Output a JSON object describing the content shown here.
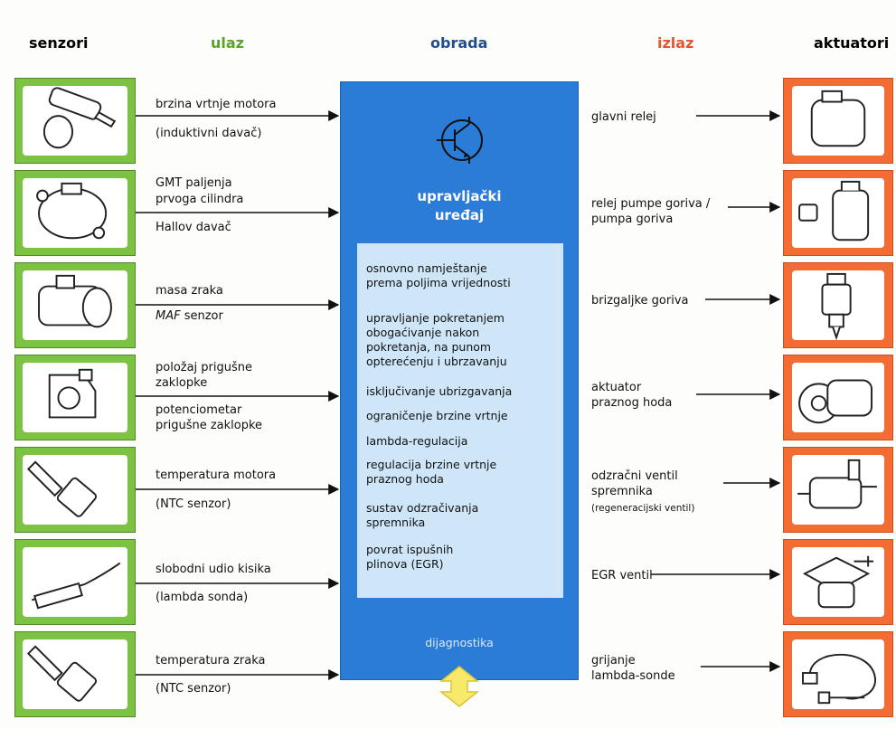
{
  "headers": {
    "sensors": "senzori",
    "input": "ulaz",
    "processing": "obrada",
    "output": "izlaz",
    "actuators": "aktuatori"
  },
  "colors": {
    "input": "#5aa228",
    "processing": "#1f4e8c",
    "output": "#e4572e",
    "sensor_box": "#7cc243",
    "actuator_box": "#f26c34",
    "ecu": "#2b7cd6"
  },
  "sensors": [
    {
      "icon": "speed-sensor-icon",
      "lines": [
        "brzina vrtnje motora",
        "(induktivni davač)"
      ]
    },
    {
      "icon": "hall-sensor-icon",
      "lines": [
        "GMT paljenja",
        "prvoga cilindra",
        "Hallov davač"
      ]
    },
    {
      "icon": "maf-sensor-icon",
      "lines": [
        "masa zraka",
        "MAF senzor"
      ]
    },
    {
      "icon": "throttle-sensor-icon",
      "lines": [
        "položaj prigušne",
        "zaklopke",
        "potenciometar",
        "prigušne zaklopke"
      ]
    },
    {
      "icon": "temperature-sensor-icon",
      "lines": [
        "temperatura motora",
        "(NTC senzor)"
      ]
    },
    {
      "icon": "lambda-probe-icon",
      "lines": [
        "slobodni udio kisika",
        "(lambda sonda)"
      ]
    },
    {
      "icon": "temperature-sensor-icon",
      "lines": [
        "temperatura zraka",
        "(NTC senzor)"
      ]
    }
  ],
  "ecu": {
    "title_line1": "upravljački",
    "title_line2": "uređaj",
    "transistor_icon": "transistor-icon",
    "functions": [
      [
        "osnovno namještanje",
        "prema poljima vrijednosti"
      ],
      [
        "upravljanje pokretanjem",
        "obogaćivanje nakon",
        "pokretanja, na punom",
        "opterećenju i ubrzavanju"
      ],
      [
        "isključivanje ubrizgavanja"
      ],
      [
        "ograničenje brzine vrtnje"
      ],
      [
        "lambda-regulacija"
      ],
      [
        "regulacija brzine vrtnje",
        "praznog hoda"
      ],
      [
        "sustav odzračivanja",
        "spremnika"
      ],
      [
        "povrat ispušnih",
        "plinova (EGR)"
      ]
    ],
    "diagnostics": "dijagnostika",
    "diagnostics_icon": "double-arrow-icon"
  },
  "actuators": [
    {
      "icon": "relay-icon",
      "lines": [
        "glavni relej"
      ]
    },
    {
      "icon": "fuel-pump-icon",
      "lines": [
        "relej pumpe goriva /",
        "pumpa goriva"
      ]
    },
    {
      "icon": "injector-icon",
      "lines": [
        "brizgaljke goriva"
      ]
    },
    {
      "icon": "idle-actuator-icon",
      "lines": [
        "aktuator",
        "praznog hoda"
      ]
    },
    {
      "icon": "purge-valve-icon",
      "lines": [
        "odzračni ventil",
        "spremnika",
        "(regeneracijski ventil)"
      ]
    },
    {
      "icon": "egr-valve-icon",
      "lines": [
        "EGR ventil"
      ]
    },
    {
      "icon": "lambda-heater-icon",
      "lines": [
        "grijanje",
        "lambda-sonde"
      ]
    }
  ]
}
